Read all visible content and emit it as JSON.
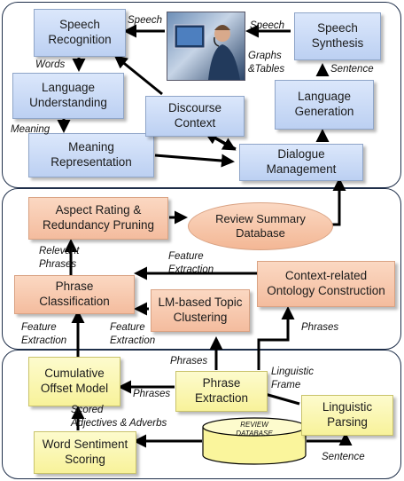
{
  "nodes": {
    "speech_recognition": "Speech\nRecognition",
    "language_understanding": "Language\nUnderstanding",
    "meaning_representation": "Meaning\nRepresentation",
    "discourse_context": "Discourse\nContext",
    "speech_synthesis": "Speech\nSynthesis",
    "language_generation": "Language\nGeneration",
    "dialogue_management": "Dialogue\nManagement",
    "aspect_rating": "Aspect Rating &\nRedundancy Pruning",
    "review_summary_db": "Review Summary\nDatabase",
    "phrase_classification": "Phrase\nClassification",
    "lm_topic_clustering": "LM-based Topic\nClustering",
    "context_ontology": "Context-related\nOntology Construction",
    "cumulative_offset": "Cumulative\nOffset Model",
    "phrase_extraction": "Phrase\nExtraction",
    "linguistic_parsing": "Linguistic\nParsing",
    "word_sentiment": "Word Sentiment\nScoring",
    "review_database": "REVIEW\nDATABASE"
  },
  "labels": {
    "speech_left": "Speech",
    "speech_right": "Speech",
    "words": "Words",
    "meaning": "Meaning",
    "graphs_tables": "Graphs\n&Tables",
    "sentence_top": "Sentence",
    "relevant_phrases": "Relevant\nPhrases",
    "feature_extraction_mid": "Feature\nExtraction",
    "feature_extraction_left": "Feature\nExtraction",
    "feature_extraction_center": "Feature\nExtraction",
    "phrases_mid": "Phrases",
    "phrases_top": "Phrases",
    "phrases_bottom": "Phrases",
    "linguistic_frame": "Linguistic\nFrame",
    "scored_adjectives": "Scored\nAdjectives & Adverbs",
    "sentence_bottom": "Sentence"
  },
  "colors": {
    "blue_box": "#c9d9f5",
    "peach_box": "#f7c8ac",
    "yellow_box": "#fbf6b0",
    "panel_border": "#1f2f4a",
    "arrow": "#000000"
  }
}
